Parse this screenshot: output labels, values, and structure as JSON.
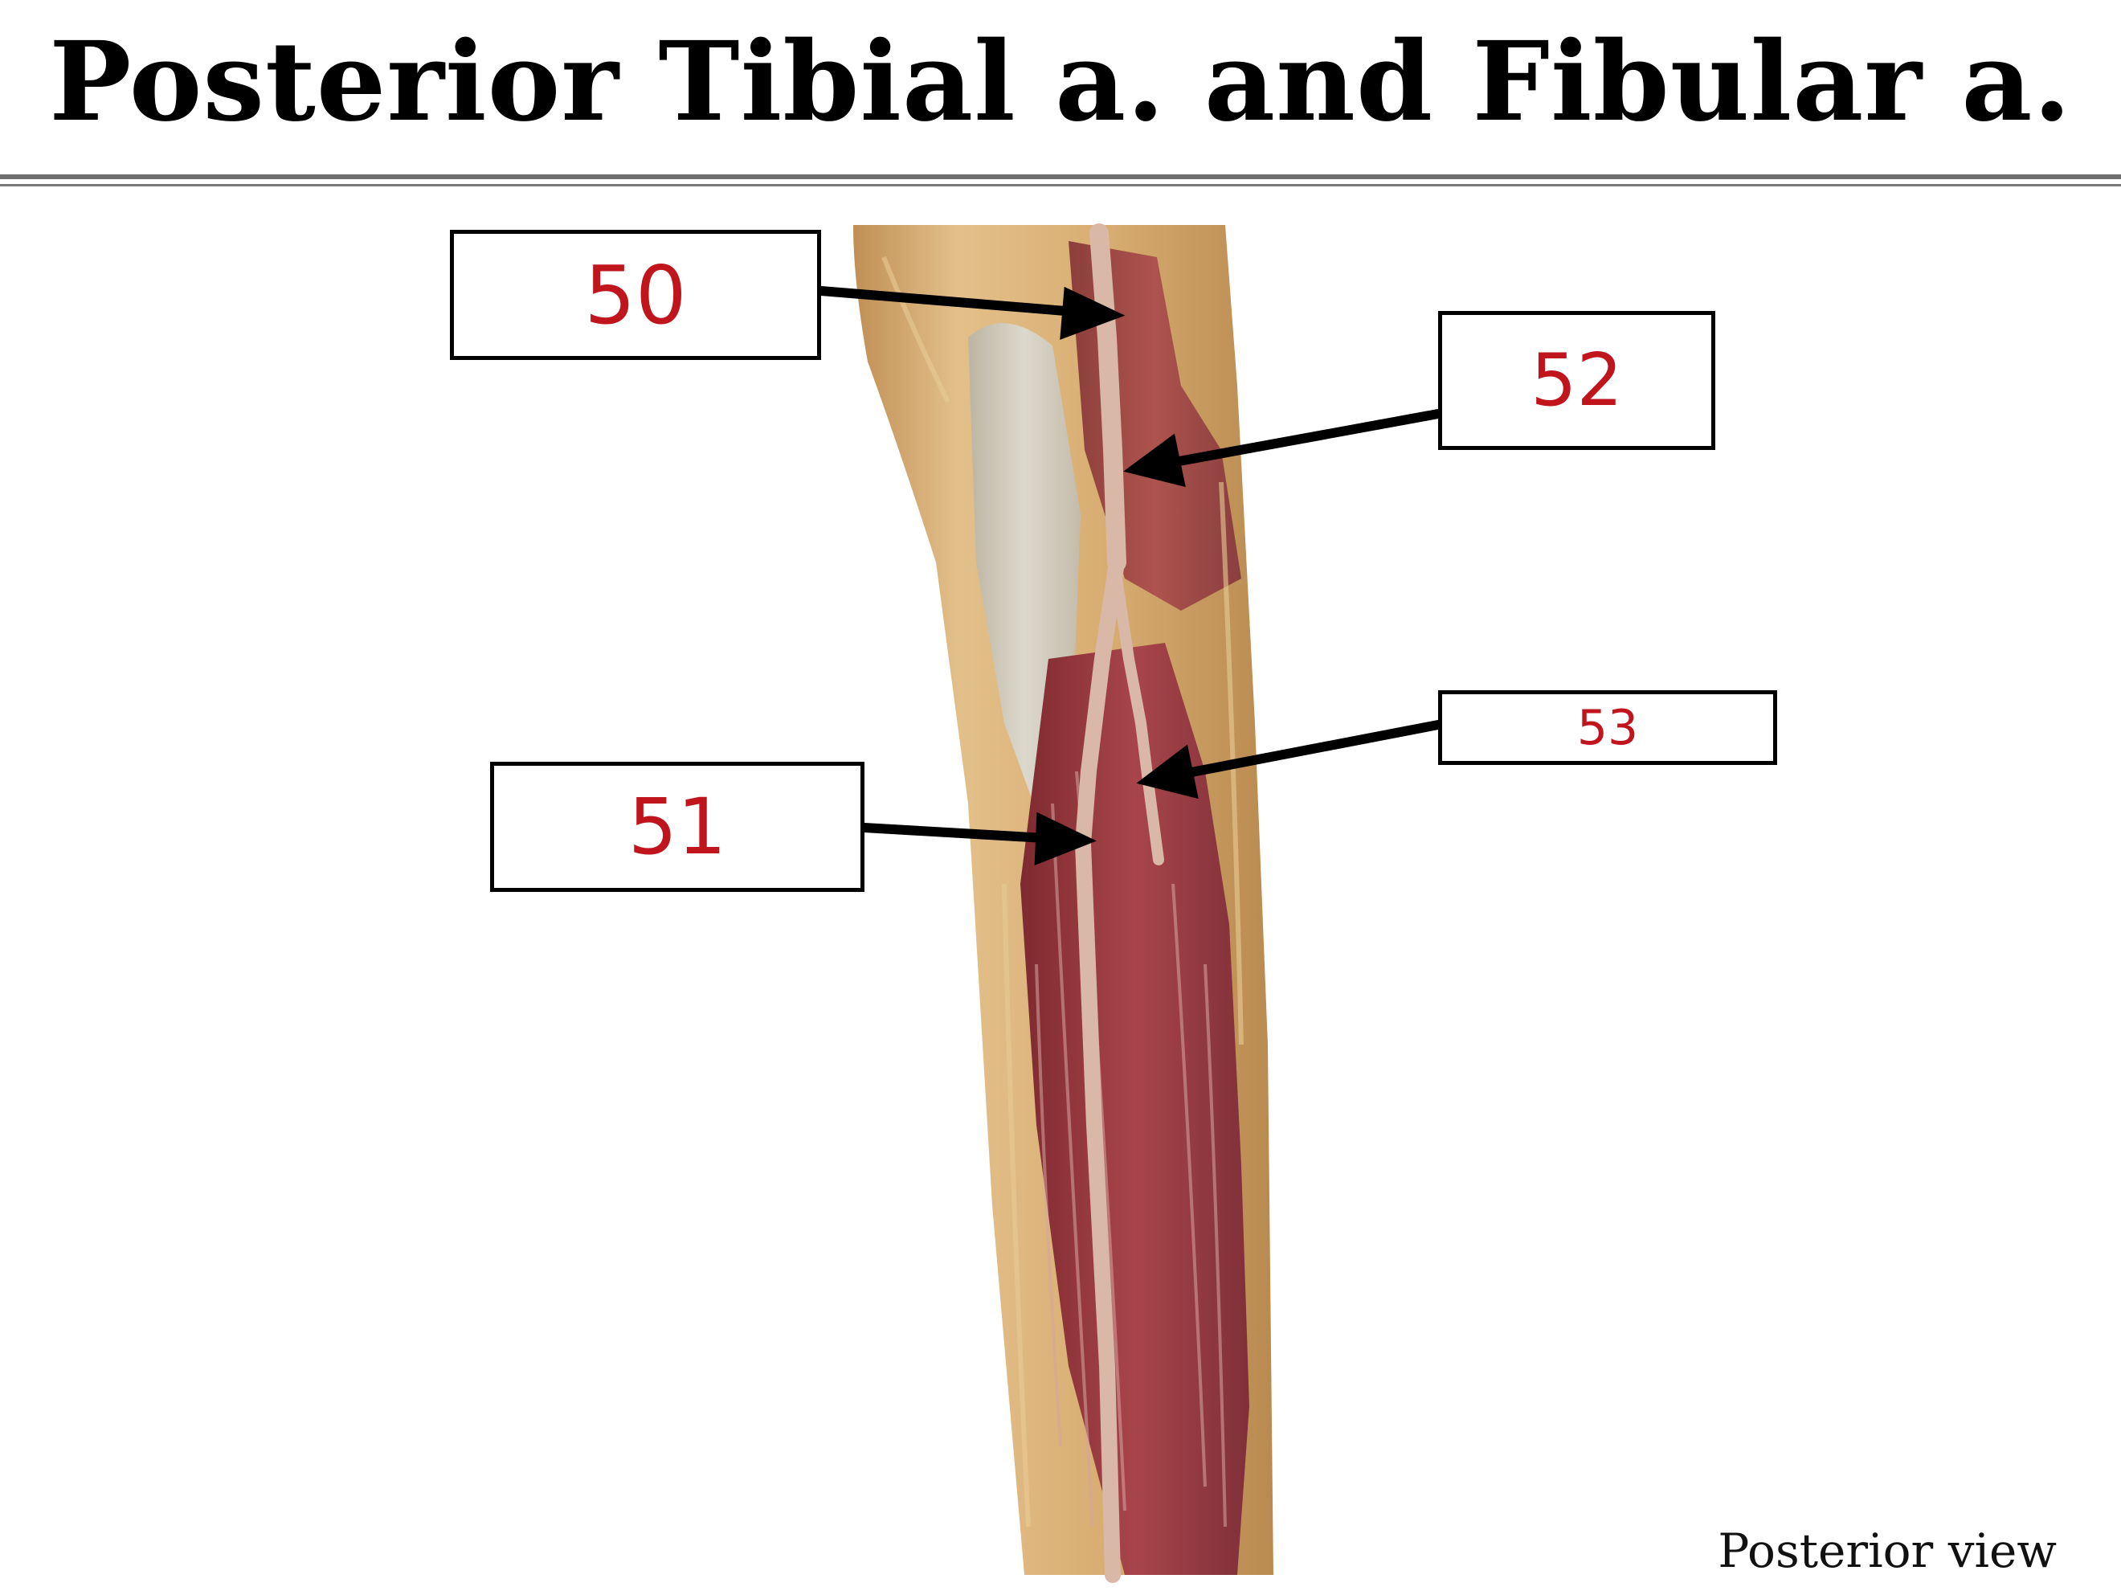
{
  "title": "Posterior Tibial a. and Fibular a.",
  "caption": "Posterior view",
  "labels": [
    {
      "id": "50",
      "text": "50"
    },
    {
      "id": "51",
      "text": "51"
    },
    {
      "id": "52",
      "text": "52"
    },
    {
      "id": "53",
      "text": "53"
    }
  ],
  "colors": {
    "label_text": "#c0151d",
    "box_border": "#000000",
    "arrow": "#000000",
    "skin": "#d9b27a",
    "muscle": "#9c3a3f",
    "fascia": "#c9c9c2"
  }
}
